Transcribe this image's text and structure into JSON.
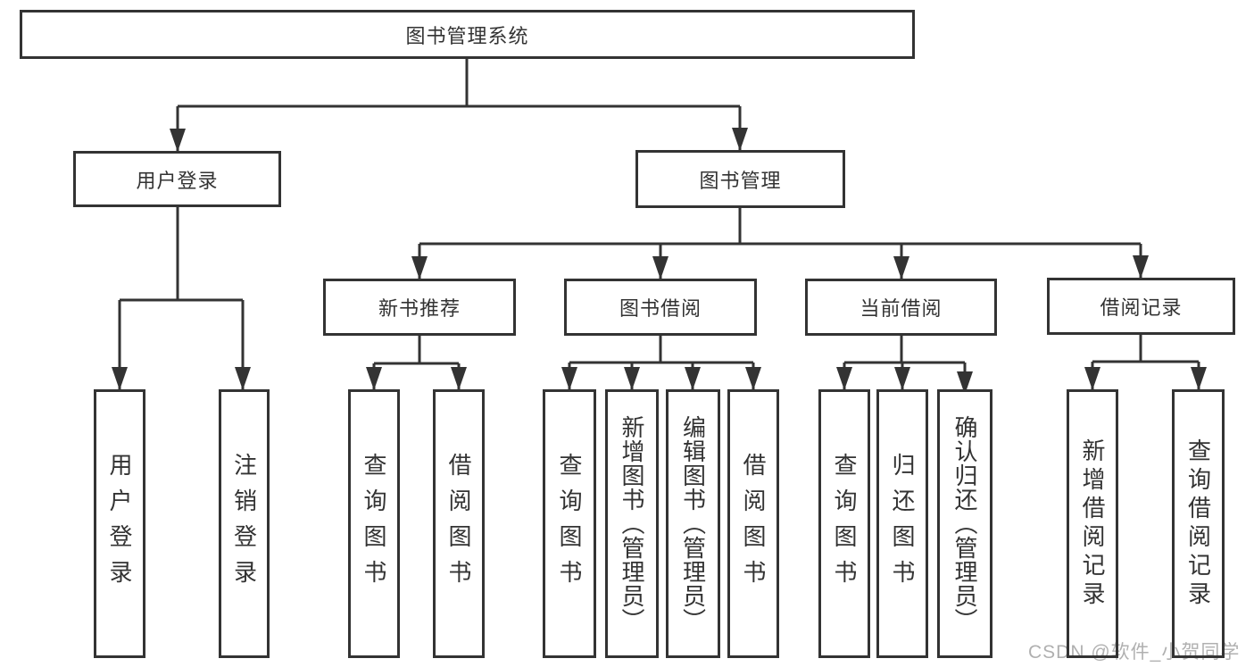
{
  "diagram": {
    "title_node": {
      "label": "图书管理系统"
    },
    "level1": [
      {
        "label": "用户登录"
      },
      {
        "label": "图书管理"
      }
    ],
    "level2": [
      {
        "label": "新书推荐"
      },
      {
        "label": "图书借阅"
      },
      {
        "label": "当前借阅"
      },
      {
        "label": "借阅记录"
      }
    ],
    "leaves": {
      "user_login": [
        {
          "label": "用户登录"
        },
        {
          "label": "注销登录"
        }
      ],
      "new_book_recommend": [
        {
          "label": "查询图书"
        },
        {
          "label": "借阅图书"
        }
      ],
      "book_borrowing": [
        {
          "label": "查询图书"
        },
        {
          "label": "新增图书（管理员）"
        },
        {
          "label": "编辑图书（管理员）"
        },
        {
          "label": "借阅图书"
        }
      ],
      "current_borrowing": [
        {
          "label": "查询图书"
        },
        {
          "label": "归还图书"
        },
        {
          "label": "确认归还（管理员）"
        }
      ],
      "borrow_records": [
        {
          "label": "新增借阅记录"
        },
        {
          "label": "查询借阅记录"
        }
      ]
    },
    "watermark": "CSDN @软件_小贺同学",
    "colors": {
      "line": "#333333",
      "text": "#333333",
      "box_fill": "#ffffff",
      "watermark": "#b0b0b0",
      "background": "#ffffff"
    }
  }
}
